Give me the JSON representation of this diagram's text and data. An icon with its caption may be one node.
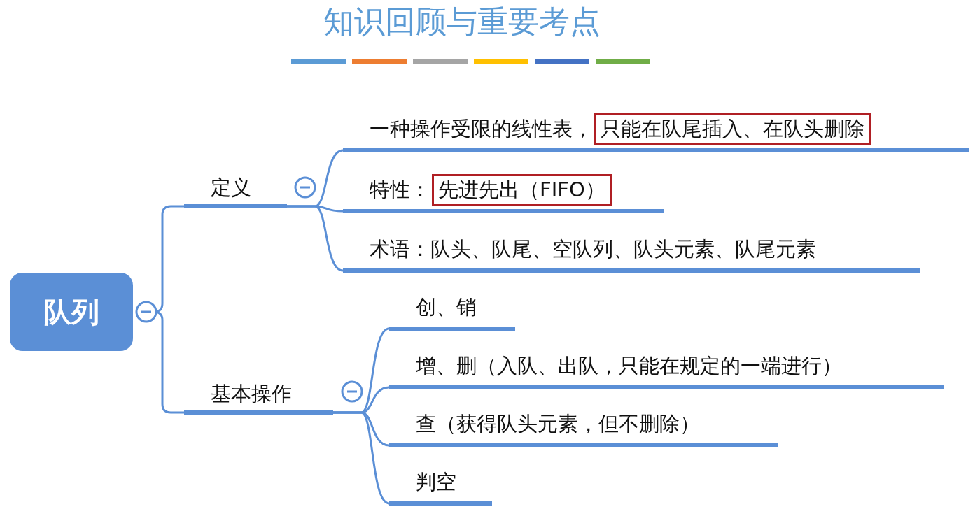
{
  "diagram": {
    "title": "知识回顾与重要考点",
    "nodes": [
      {
        "text": [
          "队列"
        ]
      },
      {
        "text": [
          "定义"
        ]
      },
      {
        "text": [
          "基本操作"
        ]
      },
      {
        "text": [
          "一种操作受限的线性表，",
          "只能在队尾插入、在队头删除"
        ]
      },
      {
        "text": [
          "特性：",
          "先进先出（FIFO）"
        ]
      },
      {
        "text": [
          "术语：队头、队尾、空队列、队头元素、队尾元素"
        ]
      },
      {
        "text": [
          "创、销"
        ]
      },
      {
        "text": [
          "增、删（入队、出队，只能在规定的一端进行）"
        ]
      },
      {
        "text": [
          "查（获得队头元素，但不删除）"
        ]
      },
      {
        "text": [
          "判空"
        ]
      }
    ],
    "edges": [
      {
        "from": 0,
        "to": 1,
        "arrow": "none"
      },
      {
        "from": 0,
        "to": 2,
        "arrow": "none"
      },
      {
        "from": 1,
        "to": 3,
        "arrow": "none"
      },
      {
        "from": 1,
        "to": 4,
        "arrow": "none"
      },
      {
        "from": 1,
        "to": 5,
        "arrow": "none"
      },
      {
        "from": 2,
        "to": 6,
        "arrow": "none"
      },
      {
        "from": 2,
        "to": 7,
        "arrow": "none"
      },
      {
        "from": 2,
        "to": 8,
        "arrow": "none"
      },
      {
        "from": 2,
        "to": 9,
        "arrow": "none"
      }
    ]
  }
}
